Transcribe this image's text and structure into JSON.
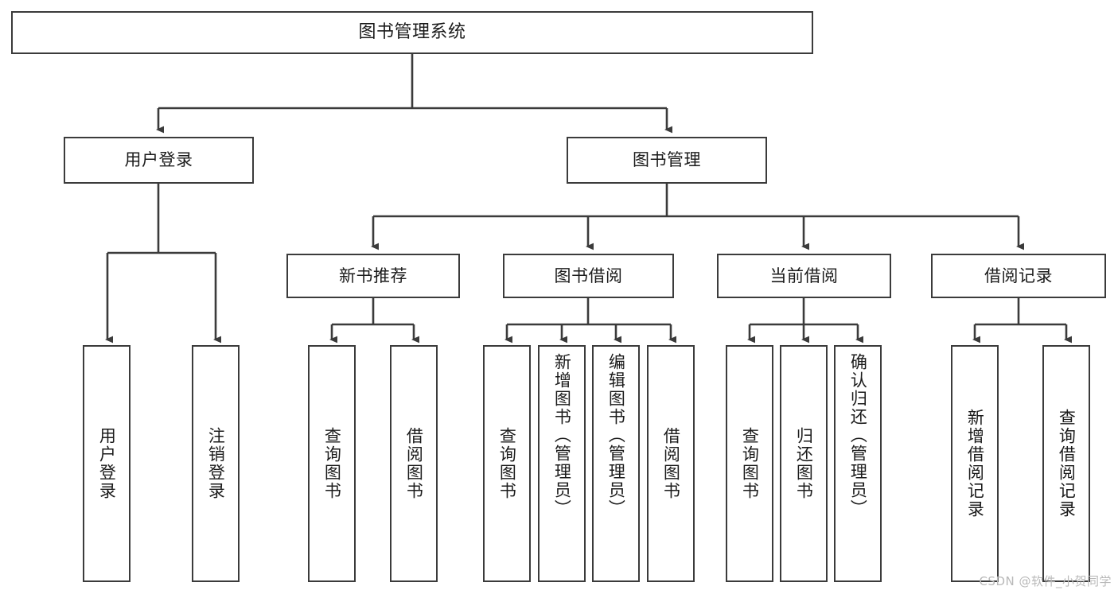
{
  "diagram": {
    "title": "图书管理系统",
    "type": "tree-hierarchy",
    "watermark": "CSDN @软件_小贺同学",
    "colors": {
      "border": "#3b3b3b",
      "background": "#ffffff",
      "text": "#1b1b1b",
      "edge": "#3b3b3b",
      "watermark": "#b9b9b9"
    }
  },
  "root": {
    "label": "图书管理系统"
  },
  "level1": [
    {
      "label": "用户登录"
    },
    {
      "label": "图书管理"
    }
  ],
  "level2": [
    {
      "label": "新书推荐"
    },
    {
      "label": "图书借阅"
    },
    {
      "label": "当前借阅"
    },
    {
      "label": "借阅记录"
    }
  ],
  "leaves": {
    "user_login": [
      {
        "label": "用户登录"
      },
      {
        "label": "注销登录"
      }
    ],
    "new_book_recommend": [
      {
        "label": "查询图书"
      },
      {
        "label": "借阅图书"
      }
    ],
    "book_borrow": [
      {
        "label": "查询图书"
      },
      {
        "label": "新增图书（管理员）"
      },
      {
        "label": "编辑图书（管理员）"
      },
      {
        "label": "借阅图书"
      }
    ],
    "current_borrow": [
      {
        "label": "查询图书"
      },
      {
        "label": "归还图书"
      },
      {
        "label": "确认归还（管理员）"
      }
    ],
    "borrow_record": [
      {
        "label": "新增借阅记录"
      },
      {
        "label": "查询借阅记录"
      }
    ]
  }
}
